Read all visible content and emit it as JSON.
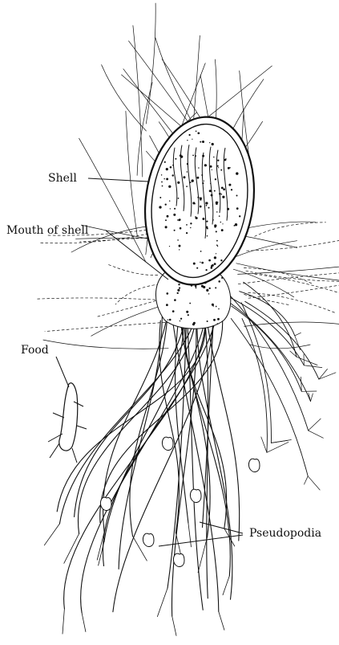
{
  "labels": {
    "shell": "Shell",
    "mouth": "Mouth of shell",
    "food": "Food",
    "pseudopodia": "Pseudopodia"
  },
  "colors": {
    "ink": "#111111",
    "background": "#ffffff"
  }
}
